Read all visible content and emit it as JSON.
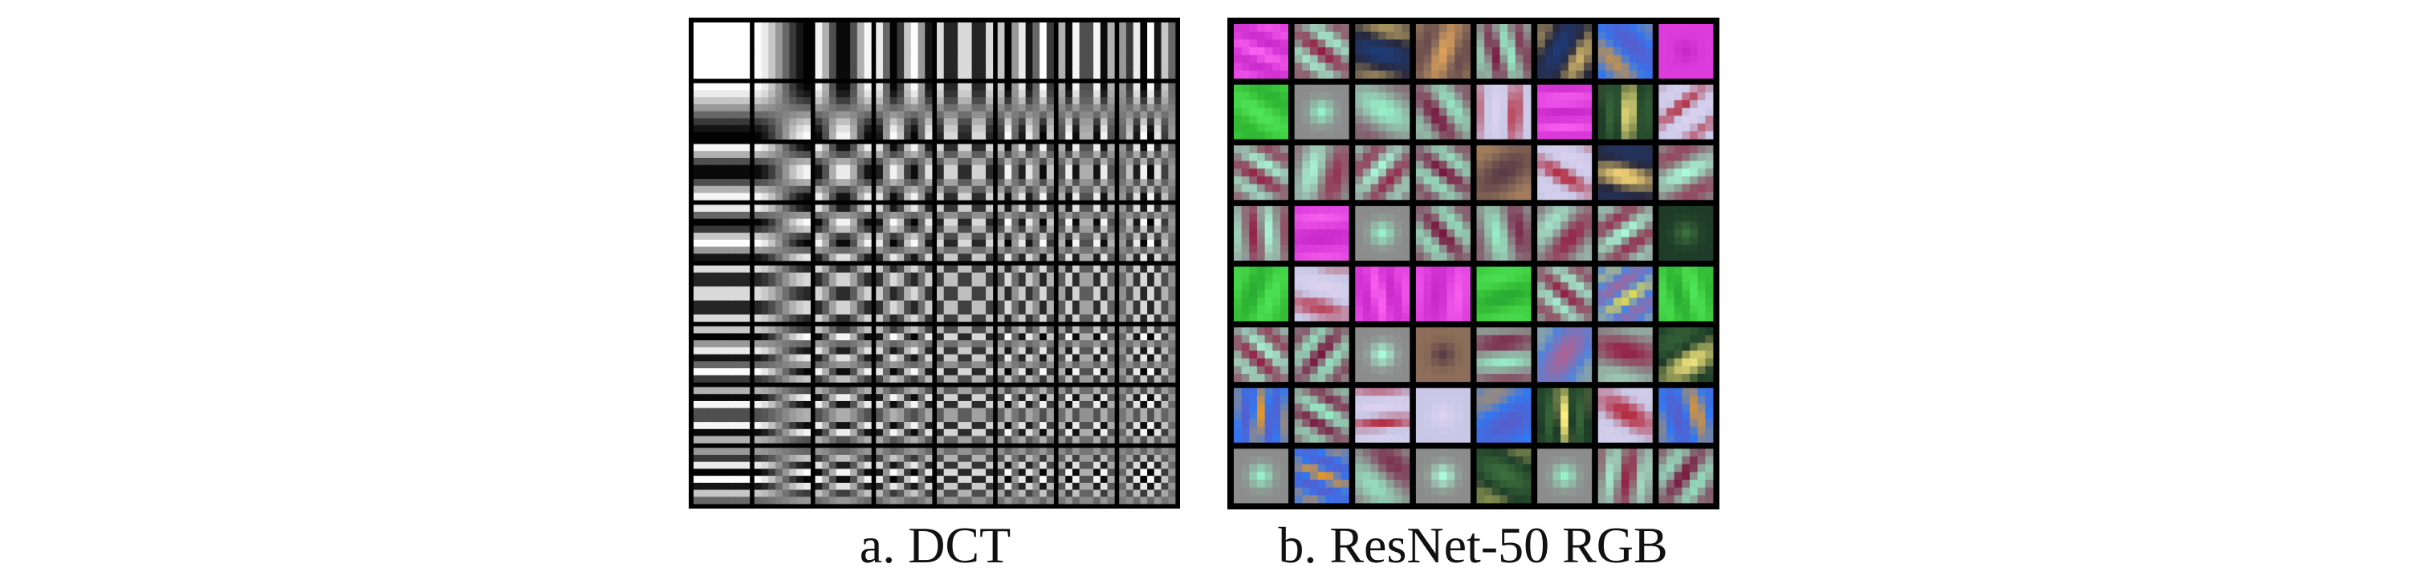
{
  "figure": {
    "panel_a": {
      "caption": "a. DCT",
      "grid_rows": 8,
      "grid_cols": 8
    },
    "panel_b": {
      "caption": "b. ResNet-50 RGB",
      "grid_rows": 8,
      "grid_cols": 8
    }
  }
}
